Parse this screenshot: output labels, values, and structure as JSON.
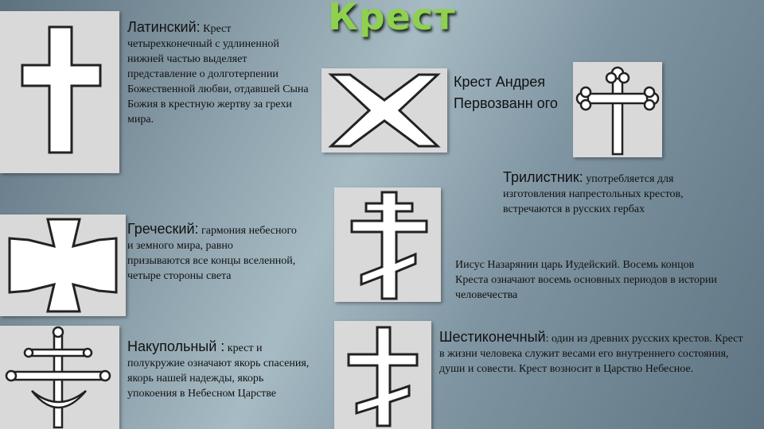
{
  "title": "Крест",
  "crosses": {
    "latin": {
      "term": "Латинский:",
      "description": " Крест четырехконечный с удлиненной нижней частью выделяет представление о долготерпении Божественной любви, отдавшей Сына Божия в крестную жертву за грехи мира."
    },
    "greek": {
      "term": "Греческий:",
      "description": " гармония небесного и земного мира, равно призываются все концы вселенной, четыре стороны света"
    },
    "nakupolny": {
      "term": "Накупольный :",
      "description": "  крест и полукружие означают якорь спасения, якорь нашей надежды, якорь упокоения в Небесном Царстве"
    },
    "andrey": {
      "label": "Крест Андрея Первозванн ого"
    },
    "trefoil": {
      "term": "Трилистник:",
      "description": " употребляется для изготовления напрестольных крестов, встречаются в русских гербах"
    },
    "eight_pointed": {
      "description": "Иисус Назарянин царь Иудейский. Восемь концов Креста означают восемь основных периодов в истории человечества"
    },
    "six_pointed": {
      "term": "Шестиконечный",
      "description": ": один из древних русских крестов. Крест в жизни человека служит весами его внутреннего состояния, души и совести. Крест возносит в Царство Небесное."
    }
  },
  "icons": {
    "latin": "latin-cross-icon",
    "greek": "greek-cross-icon",
    "nakupolny": "dome-cross-icon",
    "andrey": "saint-andrew-cross-icon",
    "trefoil": "trefoil-cross-icon",
    "eight_pointed": "orthodox-cross-icon",
    "six_pointed": "six-pointed-cross-icon"
  },
  "colors": {
    "title": "#8fd14f",
    "image_bg": "#d9d9d9"
  }
}
